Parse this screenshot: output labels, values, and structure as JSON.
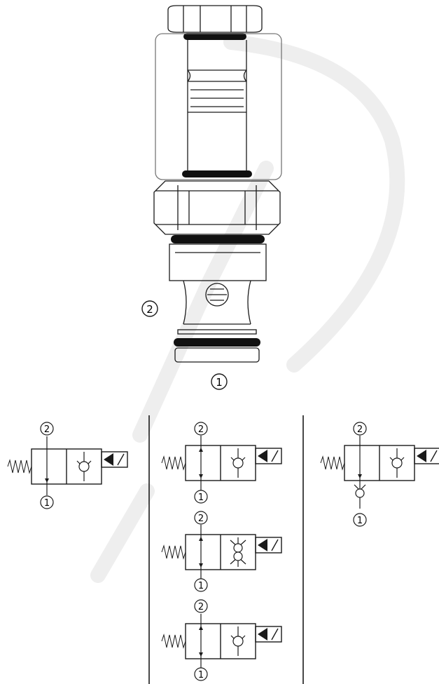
{
  "diagram": {
    "cartridge": {
      "port_upper_label": "2",
      "port_lower_label": "1"
    },
    "symbols": {
      "left": {
        "top_port": "2",
        "bottom_port": "1"
      },
      "middle": [
        {
          "top_port": "2",
          "bottom_port": "1"
        },
        {
          "top_port": "2",
          "bottom_port": "1"
        },
        {
          "top_port": "2",
          "bottom_port": "1"
        }
      ],
      "right": {
        "top_port": "2",
        "bottom_port": "1"
      }
    }
  },
  "colors": {
    "line": "#1a1a1a",
    "orings": "#111111",
    "watermark": "#eeeeee"
  }
}
